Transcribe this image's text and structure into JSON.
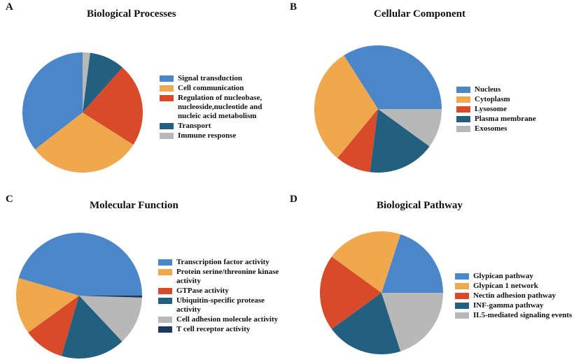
{
  "chart_data": [
    {
      "type": "pie",
      "letter": "A",
      "title": "Biological Processes",
      "labels": [
        "Signal transduction",
        "Cell communication",
        "Regulation of nucleobase, nucleoside,nucleotide and nucleic acid metabolism",
        "Transport",
        "Immune response"
      ],
      "values": [
        35.5,
        30.5,
        22.5,
        9.5,
        2.0
      ],
      "colors": [
        "#4a86c8",
        "#f0a84e",
        "#d84b2a",
        "#23607f",
        "#b8b8b8"
      ],
      "start_angle": 90,
      "legend_position": "right"
    },
    {
      "type": "pie",
      "letter": "B",
      "title": "Cellular Component",
      "labels": [
        "Nucleus",
        "Cytoplasm",
        "Lysosome",
        "Plasma membrane",
        "Exosomes"
      ],
      "values": [
        34,
        30,
        9,
        17,
        10
      ],
      "colors": [
        "#4a86c8",
        "#f0a84e",
        "#d84b2a",
        "#23607f",
        "#b8b8b8"
      ],
      "start_angle": 0,
      "legend_position": "right"
    },
    {
      "type": "pie",
      "letter": "C",
      "title": "Molecular Function",
      "labels": [
        "Transcription factor activity",
        "Protein serine/threonine kinase activity",
        "GTPase activity",
        "Ubiquitin-specific protease activity",
        "Cell adhesion molecule activity",
        "T cell receptor activity"
      ],
      "values": [
        45.5,
        14.5,
        10.5,
        16.5,
        12.5,
        0.5
      ],
      "colors": [
        "#4a86c8",
        "#f0a84e",
        "#d84b2a",
        "#23607f",
        "#b8b8b8",
        "#1f3760"
      ],
      "start_angle": 0,
      "legend_position": "right"
    },
    {
      "type": "pie",
      "letter": "D",
      "title": "Biological Pathway",
      "labels": [
        "Glypican pathway",
        "Glypican 1 network",
        "Nectin adhesion pathway",
        "INF-gamma pathway",
        "IL5-mediated signaling events"
      ],
      "values": [
        20,
        20,
        20,
        20,
        20
      ],
      "colors": [
        "#4a86c8",
        "#f0a84e",
        "#d84b2a",
        "#23607f",
        "#b8b8b8"
      ],
      "start_angle": 0,
      "legend_position": "right"
    }
  ]
}
